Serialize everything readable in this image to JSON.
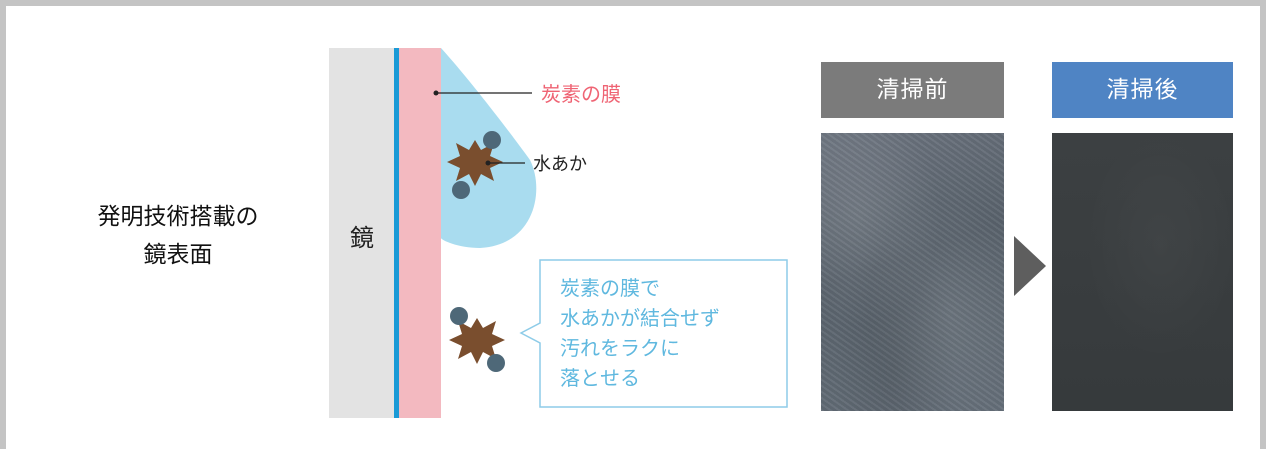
{
  "caption": {
    "line1": "発明技術搭載の",
    "line2": "鏡表面"
  },
  "diagram": {
    "mirror_label": "鏡",
    "carbon_film_label": "炭素の膜",
    "water_stain_label": "水あか",
    "callout_lines": [
      "炭素の膜で",
      "水あかが結合せず",
      "汚れをラクに",
      "落とせる"
    ]
  },
  "photos": {
    "before_label": "清掃前",
    "after_label": "清掃後"
  },
  "colors": {
    "mirror": "#e3e3e3",
    "blue_line": "#1a9ad6",
    "carbon_film": "#f3b9c0",
    "carbon_label": "#ef6474",
    "droplet": "#a9dcef",
    "water_stain": "#7a4e2e",
    "particle": "#4e6878",
    "callout_border": "#8ecce8",
    "callout_text": "#5fb8df",
    "before_bar": "#7b7b7b",
    "after_bar": "#4f84c4",
    "arrow": "#5e5e5e"
  },
  "icons": [
    "water-stain-icon",
    "particle-icon",
    "arrow-right-icon"
  ]
}
